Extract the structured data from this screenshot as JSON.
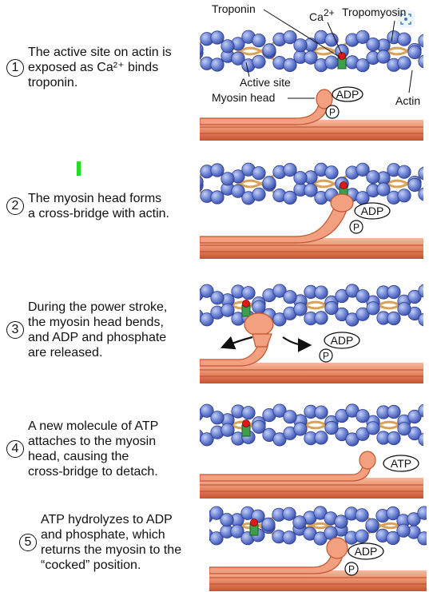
{
  "steps": [
    {
      "num": "1",
      "lines": [
        "The active site on actin is",
        "exposed as Ca²⁺ binds",
        "troponin."
      ]
    },
    {
      "num": "2",
      "lines": [
        "The myosin head forms",
        "a cross-bridge with actin."
      ]
    },
    {
      "num": "3",
      "lines": [
        "During the power stroke,",
        "the myosin head bends,",
        "and ADP and phosphate",
        "are released."
      ]
    },
    {
      "num": "4",
      "lines": [
        "A new molecule of ATP",
        "attaches to the myosin",
        "head, causing the",
        "cross-bridge to detach."
      ]
    },
    {
      "num": "5",
      "lines": [
        "ATP hydrolyzes to ADP",
        "and phosphate, which",
        "returns the myosin to the",
        "“cocked” position."
      ]
    }
  ],
  "labels": {
    "troponin": "Troponin",
    "calcium": "Ca",
    "calcium_charge": "2+",
    "tropomyosin": "Tropomyosin",
    "active_site": "Active site",
    "myosin_head": "Myosin head",
    "actin": "Actin",
    "adp": "ADP",
    "atp": "ATP",
    "phosphate": "P"
  },
  "colors": {
    "actin_bead": "#6f86d6",
    "tropomyosin": "#d9a25a",
    "myosin": "#f2a07f",
    "myosin_edge": "#c2552f",
    "thick_filament": "#e88a66",
    "troponin_green": "#3d9e4c",
    "calcium_red": "#e01818"
  },
  "icons": {
    "corner_control": "focus-icon"
  }
}
